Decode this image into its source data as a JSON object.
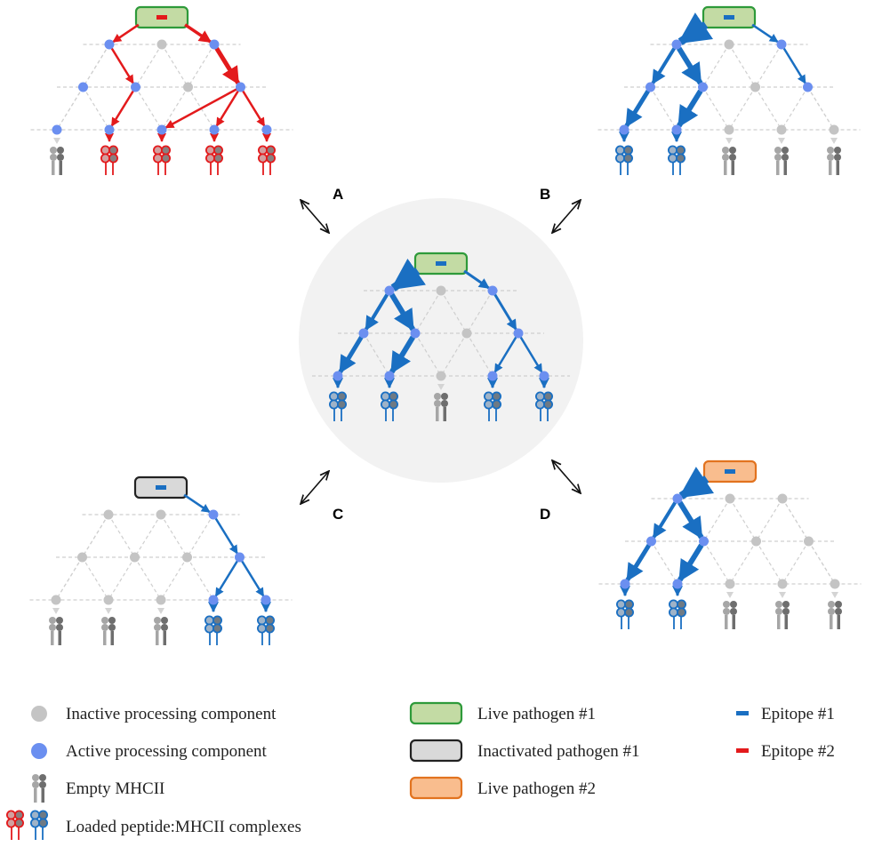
{
  "panels": {
    "A": {
      "letter": "A"
    },
    "B": {
      "letter": "B"
    },
    "C": {
      "letter": "C"
    },
    "D": {
      "letter": "D"
    }
  },
  "legend": {
    "inactive_component": "Inactive processing component",
    "active_component": "Active processing component",
    "empty_mhcii": "Empty MHCII",
    "loaded_complexes": "Loaded peptide:MHCII complexes",
    "live_pathogen_1": "Live pathogen #1",
    "inactivated_pathogen_1": "Inactivated pathogen  #1",
    "live_pathogen_2": "Live pathogen #2",
    "epitope_1": "Epitope #1",
    "epitope_2": "Epitope #2"
  },
  "colors": {
    "epitope_1": "#1a6fc2",
    "epitope_2": "#e31a1c",
    "active_node": "#6b8ff0",
    "inactive_node": "#c4c4c4",
    "live_pathogen_1_fill": "#c3dba4",
    "live_pathogen_1_border": "#2e9a3a",
    "inactivated_fill": "#d9d9d9",
    "inactivated_border": "#222222",
    "live_pathogen_2_fill": "#f9bd8e",
    "live_pathogen_2_border": "#e2731f",
    "center_circle": "#f2f2f2"
  }
}
